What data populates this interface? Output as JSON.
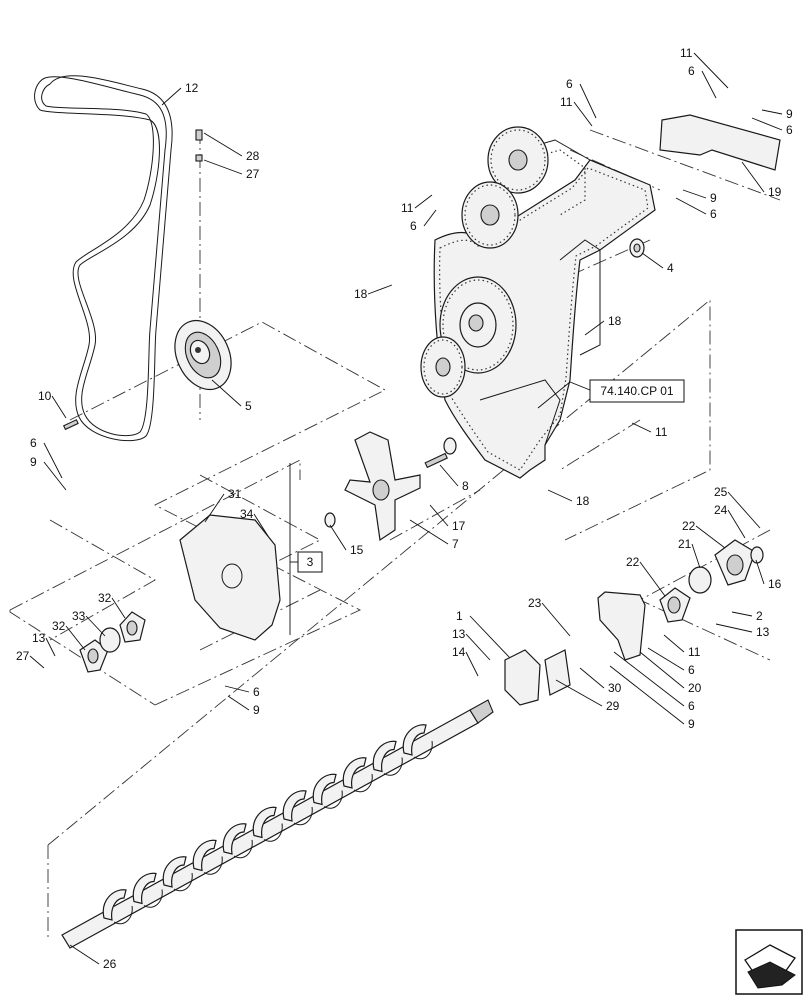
{
  "diagram": {
    "callouts": [
      {
        "id": "c12",
        "text": "12"
      },
      {
        "id": "c28",
        "text": "28"
      },
      {
        "id": "c27a",
        "text": "27"
      },
      {
        "id": "c10",
        "text": "10"
      },
      {
        "id": "c5",
        "text": "5"
      },
      {
        "id": "c6a",
        "text": "6"
      },
      {
        "id": "c9a",
        "text": "9"
      },
      {
        "id": "c31",
        "text": "31"
      },
      {
        "id": "c34",
        "text": "34"
      },
      {
        "id": "c32a",
        "text": "32"
      },
      {
        "id": "c33",
        "text": "33"
      },
      {
        "id": "c32b",
        "text": "32"
      },
      {
        "id": "c13a",
        "text": "13"
      },
      {
        "id": "c27b",
        "text": "27"
      },
      {
        "id": "c6b",
        "text": "6"
      },
      {
        "id": "c9b",
        "text": "9"
      },
      {
        "id": "c15",
        "text": "15"
      },
      {
        "id": "c7",
        "text": "7"
      },
      {
        "id": "c17",
        "text": "17"
      },
      {
        "id": "c8",
        "text": "8"
      },
      {
        "id": "c18a",
        "text": "18"
      },
      {
        "id": "c18b",
        "text": "18"
      },
      {
        "id": "c18c",
        "text": "18"
      },
      {
        "id": "c11a",
        "text": "11"
      },
      {
        "id": "c6c",
        "text": "6"
      },
      {
        "id": "c6d",
        "text": "6"
      },
      {
        "id": "c11b",
        "text": "11"
      },
      {
        "id": "c11c",
        "text": "11"
      },
      {
        "id": "c6e",
        "text": "6"
      },
      {
        "id": "c9c",
        "text": "9"
      },
      {
        "id": "c6f",
        "text": "6"
      },
      {
        "id": "c19",
        "text": "19"
      },
      {
        "id": "c9d",
        "text": "9"
      },
      {
        "id": "c6g",
        "text": "6"
      },
      {
        "id": "c4",
        "text": "4"
      },
      {
        "id": "c11d",
        "text": "11"
      },
      {
        "id": "c25",
        "text": "25"
      },
      {
        "id": "c24",
        "text": "24"
      },
      {
        "id": "c22a",
        "text": "22"
      },
      {
        "id": "c21",
        "text": "21"
      },
      {
        "id": "c16",
        "text": "16"
      },
      {
        "id": "c22b",
        "text": "22"
      },
      {
        "id": "c2",
        "text": "2"
      },
      {
        "id": "c13b",
        "text": "13"
      },
      {
        "id": "c23",
        "text": "23"
      },
      {
        "id": "c1",
        "text": "1"
      },
      {
        "id": "c13c",
        "text": "13"
      },
      {
        "id": "c14",
        "text": "14"
      },
      {
        "id": "c11e",
        "text": "11"
      },
      {
        "id": "c6h",
        "text": "6"
      },
      {
        "id": "c20",
        "text": "20"
      },
      {
        "id": "c30",
        "text": "30"
      },
      {
        "id": "c29",
        "text": "29"
      },
      {
        "id": "c6i",
        "text": "6"
      },
      {
        "id": "c9e",
        "text": "9"
      },
      {
        "id": "c26",
        "text": "26"
      },
      {
        "id": "c11f",
        "text": "11"
      },
      {
        "id": "c9f",
        "text": "9"
      },
      {
        "id": "c6j",
        "text": "6"
      }
    ],
    "boxed_callout": "3",
    "cross_reference": "74.140.CP 01"
  },
  "icons": {
    "corner_nav": "arrow-hand-icon"
  }
}
